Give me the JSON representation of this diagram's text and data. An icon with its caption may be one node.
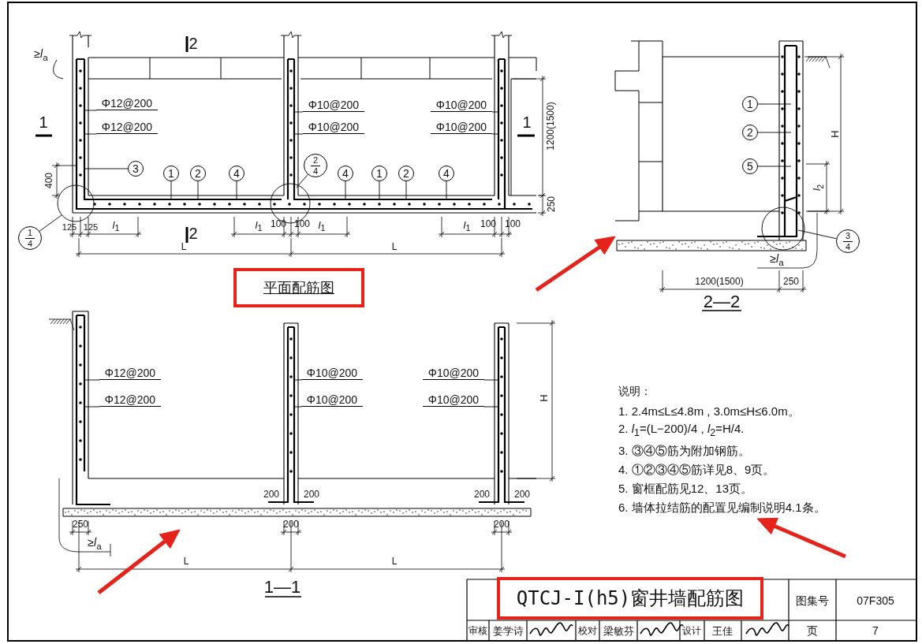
{
  "diagram": {
    "nodes": [
      {
        "text": [
          "平面配筋图"
        ]
      },
      {
        "text": [
          "3"
        ]
      },
      {
        "text": [
          "1"
        ]
      },
      {
        "text": [
          "2"
        ]
      },
      {
        "text": [
          "4"
        ]
      },
      {
        "text": [
          "2",
          "4"
        ]
      },
      {
        "text": [
          "4"
        ]
      },
      {
        "text": [
          "1"
        ]
      },
      {
        "text": [
          "2"
        ]
      },
      {
        "text": [
          "4"
        ]
      },
      {
        "text": [
          "1",
          "4"
        ]
      },
      {
        "text": [
          "Φ12@200"
        ]
      },
      {
        "text": [
          "Φ10@200"
        ]
      },
      {
        "text": [
          "Φ10@200"
        ]
      },
      {
        "text": [
          "Φ12@200"
        ]
      },
      {
        "text": [
          "Φ10@200"
        ]
      },
      {
        "text": [
          "Φ10@200"
        ]
      },
      {
        "text": [
          "1"
        ]
      },
      {
        "text": [
          "2"
        ]
      },
      {
        "text": [
          "5"
        ]
      },
      {
        "text": [
          "3",
          "4"
        ]
      },
      {
        "text": [
          "Φ12@200"
        ]
      },
      {
        "text": [
          "Φ10@200"
        ]
      },
      {
        "text": [
          "Φ10@200"
        ]
      },
      {
        "text": [
          "Φ12@200"
        ]
      },
      {
        "text": [
          "Φ10@200"
        ]
      },
      {
        "text": [
          "Φ10@200"
        ]
      },
      {
        "text": [
          "QTCJ-I(h5)窗井墙配筋图"
        ]
      }
    ],
    "edges": [
      {
        "from": 1,
        "to": null,
        "arrow": "none"
      },
      {
        "from": 2,
        "to": null,
        "arrow": "none"
      },
      {
        "from": 3,
        "to": null,
        "arrow": "none"
      },
      {
        "from": 4,
        "to": null,
        "arrow": "none"
      },
      {
        "from": 5,
        "to": null,
        "arrow": "none"
      },
      {
        "from": 6,
        "to": null,
        "arrow": "none"
      },
      {
        "from": 7,
        "to": null,
        "arrow": "none"
      },
      {
        "from": 8,
        "to": null,
        "arrow": "none"
      },
      {
        "from": 9,
        "to": null,
        "arrow": "none"
      },
      {
        "from": 10,
        "to": null,
        "arrow": "none"
      },
      {
        "from": 11,
        "to": null,
        "arrow": "none"
      },
      {
        "from": 12,
        "to": null,
        "arrow": "none"
      },
      {
        "from": 13,
        "to": null,
        "arrow": "none"
      },
      {
        "from": 14,
        "to": null,
        "arrow": "none"
      },
      {
        "from": 15,
        "to": null,
        "arrow": "none"
      },
      {
        "from": 16,
        "to": null,
        "arrow": "none"
      },
      {
        "from": 17,
        "to": null,
        "arrow": "none"
      },
      {
        "from": 18,
        "to": null,
        "arrow": "none"
      },
      {
        "from": 19,
        "to": null,
        "arrow": "none"
      },
      {
        "from": 20,
        "to": null,
        "arrow": "none"
      },
      {
        "from": 21,
        "to": null,
        "arrow": "none"
      },
      {
        "from": 22,
        "to": null,
        "arrow": "none"
      },
      {
        "from": 23,
        "to": null,
        "arrow": "none"
      },
      {
        "from": 24,
        "to": null,
        "arrow": "none"
      },
      {
        "from": 25,
        "to": null,
        "arrow": "none"
      },
      {
        "from": 26,
        "to": null,
        "arrow": "none"
      }
    ],
    "labels": [
      "2",
      "≥*l*$_{a}$",
      "1",
      "1",
      "1200(1500)",
      "400",
      "250",
      "125",
      "125",
      "*l*$_{1}$",
      "2",
      "*l*$_{1}$",
      "100",
      "100",
      "*l*$_{1}$",
      "*l*$_{1}$",
      "100",
      "100",
      "L",
      "L",
      "H",
      "*l*$_{2}$",
      "≥*l*$_{a}$",
      "1200(1500)",
      "250",
      "2—2",
      "H",
      "200",
      "200",
      "200",
      "200",
      "250",
      "200",
      "200",
      "≥*l*$_{a}$",
      "L",
      "L",
      "1—1",
      "说明：",
      "1. 2.4m≤L≤4.8m , 3.0m≤H≤6.0m。",
      "2. *l*$_{1}$=(L−200)/4 , *l*$_{2}$=H/4.",
      "3. ③④⑤筋为附加钢筋。",
      "4. ①②③④⑤筋详见8、9页。",
      "5. 窗框配筋见12、13页。",
      "6. 墙体拉结筋的配置见编制说明4.1条。",
      "图集号",
      "07F305",
      "审核",
      "姜学诗",
      "校对",
      "梁敏芬",
      "设计",
      "王佳",
      "页",
      "7"
    ]
  }
}
